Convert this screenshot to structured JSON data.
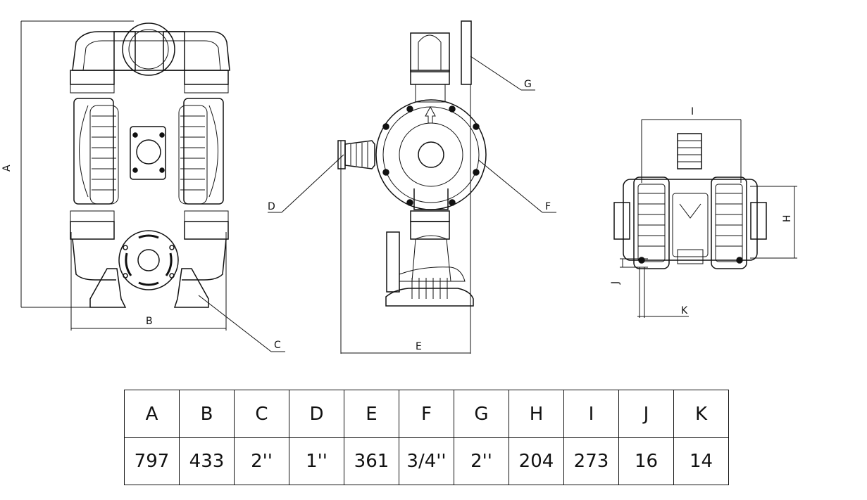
{
  "labels": {
    "A": "A",
    "B": "B",
    "C": "C",
    "D": "D",
    "E": "E",
    "F": "F",
    "G": "G",
    "H": "H",
    "I": "I",
    "J": "J",
    "K": "K"
  },
  "table": {
    "headers": [
      "A",
      "B",
      "C",
      "D",
      "E",
      "F",
      "G",
      "H",
      "I",
      "J",
      "K"
    ],
    "values": [
      "797",
      "433",
      "2''",
      "1''",
      "361",
      "3/4''",
      "2''",
      "204",
      "273",
      "16",
      "14"
    ]
  }
}
